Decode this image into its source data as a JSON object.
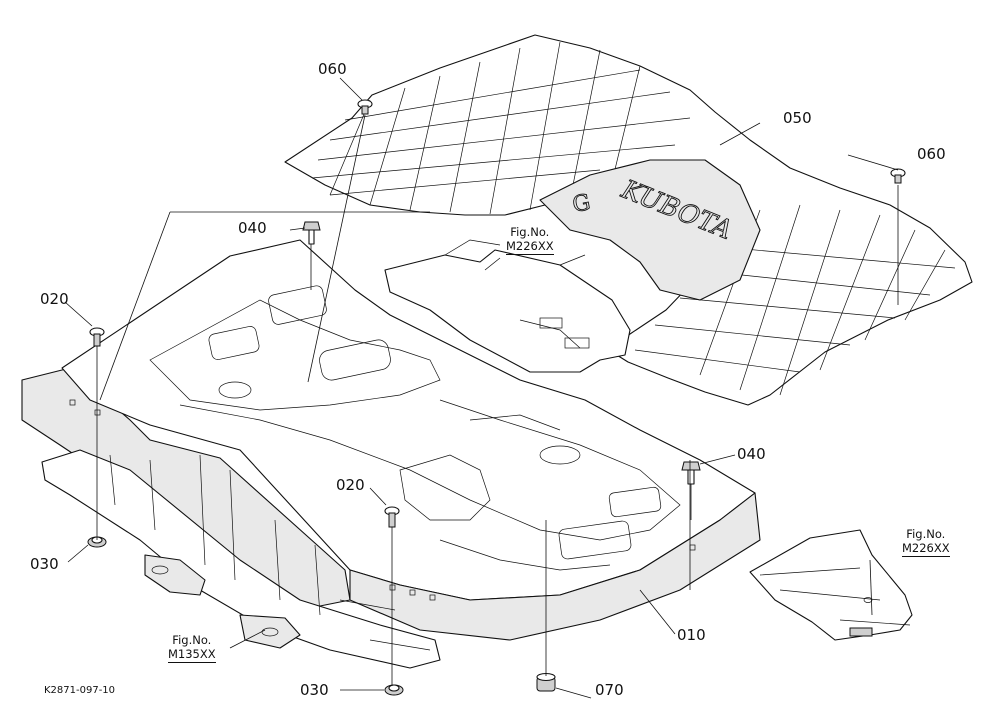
{
  "drawing_code": "K2871-097-10",
  "brand_mark": "KUBOTA",
  "callouts": {
    "c010": "010",
    "c020a": "020",
    "c020b": "020",
    "c030a": "030",
    "c030b": "030",
    "c040a": "040",
    "c040b": "040",
    "c050": "050",
    "c060a": "060",
    "c060b": "060",
    "c070": "070"
  },
  "fig_refs": {
    "ref1": {
      "label": "Fig.No.",
      "number": "M226XX"
    },
    "ref2": {
      "label": "Fig.No.",
      "number": "M226XX"
    },
    "ref3": {
      "label": "Fig.No.",
      "number": "M135XX"
    }
  }
}
